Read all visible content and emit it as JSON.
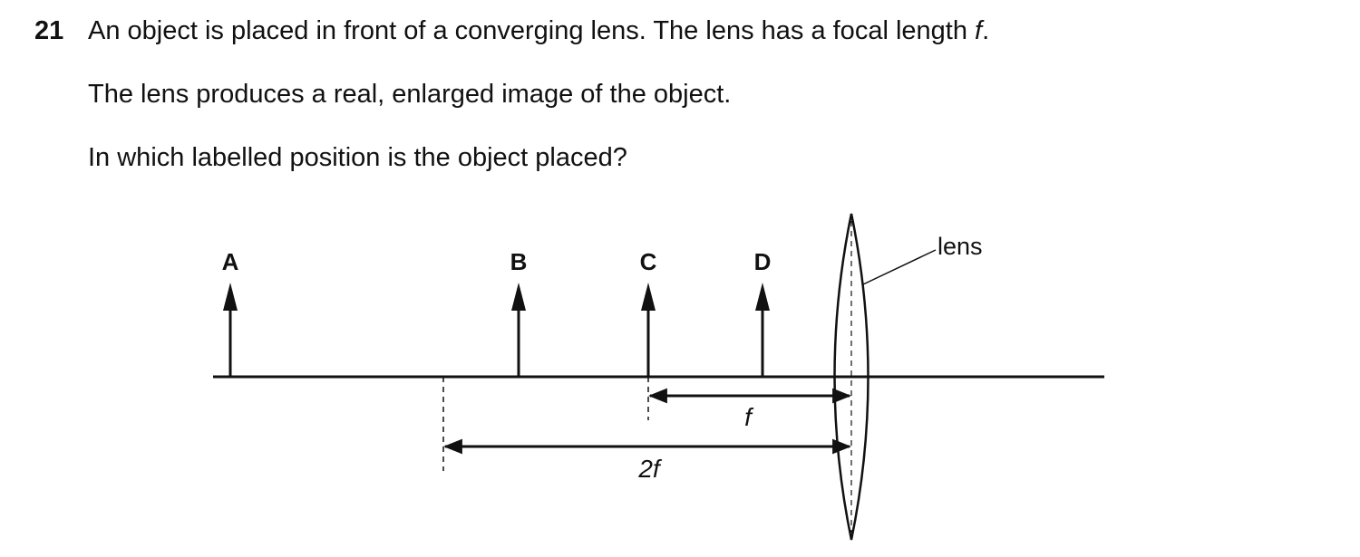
{
  "question": {
    "number": "21",
    "line1_prefix": "An object is placed in front of a converging lens. The lens has a focal length ",
    "line1_symbol": "f",
    "line1_suffix": ".",
    "line2": "The lens produces a real, enlarged image of the object.",
    "line3": "In which labelled position is the object placed?"
  },
  "diagram": {
    "positions": [
      "A",
      "B",
      "C",
      "D"
    ],
    "lens_label": "lens",
    "dim_f_label": "f",
    "dim_2f_label": "2f"
  }
}
